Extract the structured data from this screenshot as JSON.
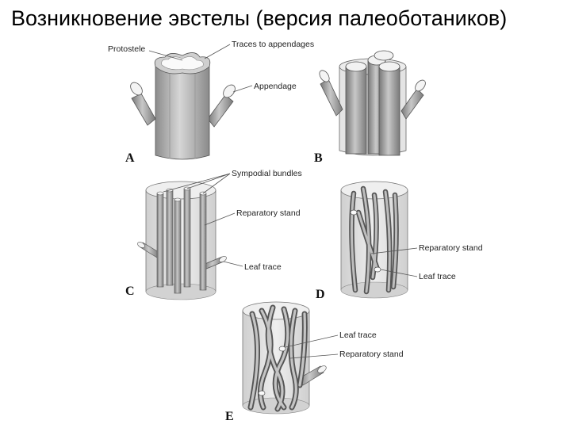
{
  "title": "Возникновение эвстелы (версия палеоботаников)",
  "panels": [
    {
      "letter": "A",
      "labels": [
        "Protostele",
        "Traces to appendages",
        "Appendage"
      ]
    },
    {
      "letter": "B",
      "labels": []
    },
    {
      "letter": "C",
      "labels": [
        "Sympodial bundles",
        "Reparatory stand",
        "Leaf trace"
      ]
    },
    {
      "letter": "D",
      "labels": [
        "Reparatory stand",
        "Leaf trace"
      ]
    },
    {
      "letter": "E",
      "labels": [
        "Leaf trace",
        "Reparatory stand"
      ]
    }
  ],
  "colors": {
    "stele": "#b9b9b9",
    "cylinder": "#e2e2e2",
    "outline": "#555555"
  }
}
